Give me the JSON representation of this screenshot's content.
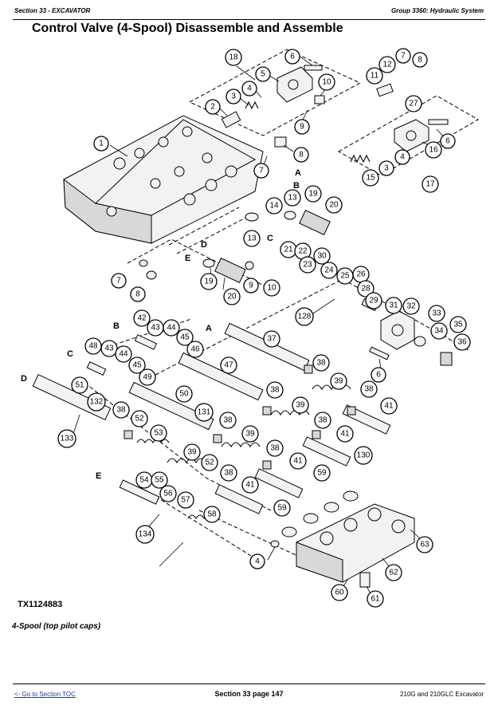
{
  "header": {
    "section": "Section 33 - EXCAVATOR",
    "group": "Group 3360: Hydraulic System"
  },
  "title": "Control Valve (4-Spool) Disassemble and Assemble",
  "figure": {
    "id": "TX1124883",
    "caption": "4-Spool (top pilot caps)",
    "spool_letters": [
      "A",
      "B",
      "C",
      "D",
      "E"
    ]
  },
  "footer": {
    "toc_link": "<- Go to Section TOC",
    "page": "Section 33 page 147",
    "model": "210G and 210GLC Excavator"
  }
}
